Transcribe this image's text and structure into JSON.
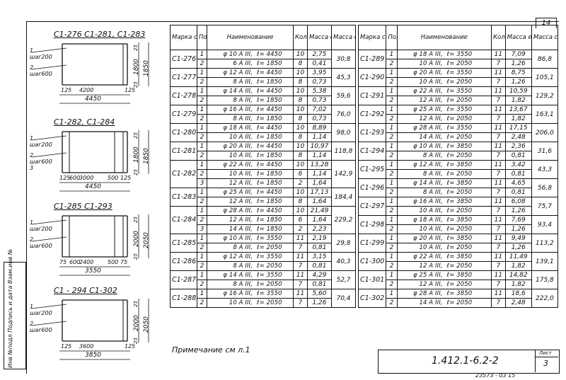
{
  "page_number": "14",
  "sketches": [
    {
      "title": "C1-276  C1-281, C1-283",
      "labels": [
        "1",
        "шаг200",
        "2",
        "шаг600"
      ],
      "dims_bottom": [
        "125",
        "4200",
        "125"
      ],
      "total": "4450",
      "dim_right_inner": "1800",
      "dim_right_outer": "1850",
      "dim_right_top": "25",
      "dim_right_bot": "25"
    },
    {
      "title": "C1-282, C1-284",
      "labels": [
        "1",
        "шаг200",
        "2",
        "шаг600",
        "3"
      ],
      "dims_bottom": [
        "125",
        "600",
        "3000",
        "500",
        "125"
      ],
      "total": "4450",
      "dim_right_inner": "1800",
      "dim_right_outer": "1850",
      "dim_right_top": "25",
      "dim_right_bot": "25"
    },
    {
      "title": "C1-285  C1-293",
      "labels": [
        "1",
        "шаг200",
        "2",
        "шаг600"
      ],
      "dims_bottom": [
        "75",
        "600",
        "2400",
        "500",
        "75"
      ],
      "total": "3550",
      "dim_right_inner": "2000",
      "dim_right_outer": "2050",
      "dim_right_top": "25",
      "dim_right_bot": "25"
    },
    {
      "title": "C1 - 294  C1-302",
      "labels": [
        "1",
        "шаг200",
        "2",
        "шаг600"
      ],
      "dims_bottom": [
        "125",
        "3600",
        "125"
      ],
      "total": "3850",
      "dim_right_inner": "2000",
      "dim_right_outer": "2050",
      "dim_right_top": "25",
      "dim_right_bot": "25"
    }
  ],
  "headers": {
    "mark": "Марка сетки",
    "pos": "Поз",
    "name": "Наименование",
    "qty": "Кол",
    "mass_unit": "Масса ед.,кг",
    "mass_mesh": "Масса сетки, кг"
  },
  "left_table": [
    {
      "mark": "C1-276",
      "mass": "30,8",
      "rows": [
        [
          "1",
          "φ 10 A III,",
          "ℓ= 4450",
          "10",
          "2,75"
        ],
        [
          "2",
          "6 A III,",
          "ℓ= 1850",
          "8",
          "0,41"
        ]
      ]
    },
    {
      "mark": "C1-277",
      "mass": "45,3",
      "rows": [
        [
          "1",
          "φ 12 A III,",
          "ℓ= 4450",
          "10",
          "3,95"
        ],
        [
          "2",
          "8 A III,",
          "ℓ= 1850",
          "8",
          "0,73"
        ]
      ]
    },
    {
      "mark": "C1-278",
      "mass": "59,6",
      "rows": [
        [
          "1",
          "φ 14 A III,",
          "ℓ= 4450",
          "10",
          "5,38"
        ],
        [
          "2",
          "8 A III,",
          "ℓ= 1850",
          "8",
          "0,73"
        ]
      ]
    },
    {
      "mark": "C1-279",
      "mass": "76,0",
      "rows": [
        [
          "1",
          "φ 16 A III,",
          "ℓ= 4450",
          "10",
          "7,02"
        ],
        [
          "2",
          "8 A III,",
          "ℓ= 1850",
          "8",
          "0,73"
        ]
      ]
    },
    {
      "mark": "C1-280",
      "mass": "98,0",
      "rows": [
        [
          "1",
          "φ 18 A III,",
          "ℓ= 4450",
          "10",
          "8,89"
        ],
        [
          "2",
          "10 A III,",
          "ℓ= 1850",
          "8",
          "1,14"
        ]
      ]
    },
    {
      "mark": "C1-281",
      "mass": "118,8",
      "rows": [
        [
          "1",
          "φ 20 A III,",
          "ℓ= 4450",
          "10",
          "10,97"
        ],
        [
          "2",
          "10 A III,",
          "ℓ= 1850",
          "8",
          "1,14"
        ]
      ]
    },
    {
      "mark": "C1-282",
      "mass": "142,9",
      "rows": [
        [
          "1",
          "φ 22 A III,",
          "ℓ= 4450",
          "10",
          "13,28"
        ],
        [
          "2",
          "10 A III,",
          "ℓ= 1850",
          "6",
          "1,14"
        ],
        [
          "3",
          "12 A III,",
          "ℓ= 1850",
          "2",
          "1,64"
        ]
      ]
    },
    {
      "mark": "C1-283",
      "mass": "184,4",
      "rows": [
        [
          "1",
          "φ 25 A III,",
          "ℓ= 4450",
          "10",
          "17,13"
        ],
        [
          "2",
          "12 A III,",
          "ℓ= 1850",
          "8",
          "1,64"
        ]
      ]
    },
    {
      "mark": "C1-284",
      "mass": "229,2",
      "rows": [
        [
          "1",
          "φ 28 A III,",
          "ℓ= 4450",
          "10",
          "21,49"
        ],
        [
          "2",
          "12 A III,",
          "ℓ= 1850",
          "6",
          "1,64"
        ],
        [
          "3",
          "14 A III,",
          "ℓ= 1850",
          "2",
          "2,23"
        ]
      ]
    },
    {
      "mark": "C1-285",
      "mass": "29,8",
      "rows": [
        [
          "1",
          "φ 10 A III,",
          "ℓ= 3550",
          "11",
          "2,19"
        ],
        [
          "2",
          "8 A III,",
          "ℓ= 2050",
          "7",
          "0,81"
        ]
      ]
    },
    {
      "mark": "C1-286",
      "mass": "40,3",
      "rows": [
        [
          "1",
          "φ 12 A III,",
          "ℓ= 3550",
          "11",
          "3,15"
        ],
        [
          "2",
          "8 A III,",
          "ℓ= 2050",
          "7",
          "0,81"
        ]
      ]
    },
    {
      "mark": "C1-287",
      "mass": "52,7",
      "rows": [
        [
          "1",
          "φ 14 A III,",
          "ℓ= 3550",
          "11",
          "4,29"
        ],
        [
          "2",
          "8 A III,",
          "ℓ= 2050",
          "7",
          "0,81"
        ]
      ]
    },
    {
      "mark": "C1-288",
      "mass": "70,4",
      "rows": [
        [
          "1",
          "φ 16 A III,",
          "ℓ= 3550",
          "11",
          "5,60"
        ],
        [
          "2",
          "10 A III,",
          "ℓ= 2050",
          "7",
          "1,26"
        ]
      ]
    }
  ],
  "right_table": [
    {
      "mark": "C1-289",
      "mass": "86,8",
      "rows": [
        [
          "1",
          "φ 18 A III,",
          "ℓ= 3550",
          "11",
          "7,09"
        ],
        [
          "2",
          "10 A III,",
          "ℓ= 2050",
          "7",
          "1,26"
        ]
      ]
    },
    {
      "mark": "C1-290",
      "mass": "105,1",
      "rows": [
        [
          "1",
          "φ 20 A III,",
          "ℓ= 3550",
          "11",
          "8,75"
        ],
        [
          "2",
          "10 A III,",
          "ℓ= 2050",
          "7",
          "1,26"
        ]
      ]
    },
    {
      "mark": "C1-291",
      "mass": "129,2",
      "rows": [
        [
          "1",
          "φ 22 A III,",
          "ℓ= 3550",
          "11",
          "10,59"
        ],
        [
          "2",
          "12 A III,",
          "ℓ= 2050",
          "7",
          "1,82"
        ]
      ]
    },
    {
      "mark": "C1-292",
      "mass": "163,1",
      "rows": [
        [
          "1",
          "φ 25 A III,",
          "ℓ= 3550",
          "11",
          "13,67"
        ],
        [
          "2",
          "12 A III,",
          "ℓ= 2050",
          "7",
          "1,82"
        ]
      ]
    },
    {
      "mark": "C1-293",
      "mass": "206,0",
      "rows": [
        [
          "1",
          "φ 28 A III,",
          "ℓ= 3550",
          "11",
          "17,15"
        ],
        [
          "2",
          "14 A III,",
          "ℓ= 2050",
          "7",
          "2,48"
        ]
      ]
    },
    {
      "mark": "C1-294",
      "mass": "31,6",
      "rows": [
        [
          "1",
          "φ 10 A III,",
          "ℓ= 3850",
          "11",
          "2,36"
        ],
        [
          "2",
          "8 A III,",
          "ℓ= 2050",
          "7",
          "0,81"
        ]
      ]
    },
    {
      "mark": "C1-295",
      "mass": "43,3",
      "rows": [
        [
          "1",
          "φ 12 A III,",
          "ℓ= 3850",
          "11",
          "3,42"
        ],
        [
          "2",
          "8 A III,",
          "ℓ= 2050",
          "7",
          "0,81"
        ]
      ]
    },
    {
      "mark": "C1-296",
      "mass": "56,8",
      "rows": [
        [
          "1",
          "φ 14 A III,",
          "ℓ= 3850",
          "11",
          "4,65"
        ],
        [
          "2",
          "8 A III,",
          "ℓ= 2050",
          "7",
          "0,81"
        ]
      ]
    },
    {
      "mark": "C1-297",
      "mass": "75,7",
      "rows": [
        [
          "1",
          "φ 16 A III,",
          "ℓ= 3850",
          "11",
          "6,08"
        ],
        [
          "2",
          "10 A III,",
          "ℓ= 2050",
          "7",
          "1,26"
        ]
      ]
    },
    {
      "mark": "C1-298",
      "mass": "93,4",
      "rows": [
        [
          "1",
          "φ 18 A III,",
          "ℓ= 3850",
          "11",
          "7,69"
        ],
        [
          "2",
          "10 A III,",
          "ℓ= 2050",
          "7",
          "1,26"
        ]
      ]
    },
    {
      "mark": "C1-299",
      "mass": "113,2",
      "rows": [
        [
          "1",
          "φ 20 A III,",
          "ℓ= 3850",
          "11",
          "9,49"
        ],
        [
          "2",
          "10 A III,",
          "ℓ= 2050",
          "7",
          "1,26"
        ]
      ]
    },
    {
      "mark": "C1-300",
      "mass": "139,1",
      "rows": [
        [
          "1",
          "φ 22 A III,",
          "ℓ= 3850",
          "11",
          "11,49"
        ],
        [
          "2",
          "12 A III,",
          "ℓ= 2050",
          "7",
          "1,82"
        ]
      ]
    },
    {
      "mark": "C1-301",
      "mass": "175,8",
      "rows": [
        [
          "1",
          "φ 25 A III,",
          "ℓ= 3850",
          "11",
          "14,82"
        ],
        [
          "2",
          "12 A III,",
          "ℓ= 2050",
          "7",
          "1,82"
        ]
      ]
    },
    {
      "mark": "C1-302",
      "mass": "222,0",
      "rows": [
        [
          "1",
          "φ 28 A III,",
          "ℓ= 3850",
          "11",
          "18,6"
        ],
        [
          "2",
          "14 A III,",
          "ℓ= 2050",
          "7",
          "2,48"
        ]
      ]
    }
  ],
  "note": "Примечание  см  л.1",
  "doc_code": "1.412.1-6.2-2",
  "sheet_label": "Лист",
  "sheet_number": "3",
  "stamp": "23573 - 03   15",
  "side_stamp": "Инв №подл  Подпись и дата  Взам.инв №"
}
